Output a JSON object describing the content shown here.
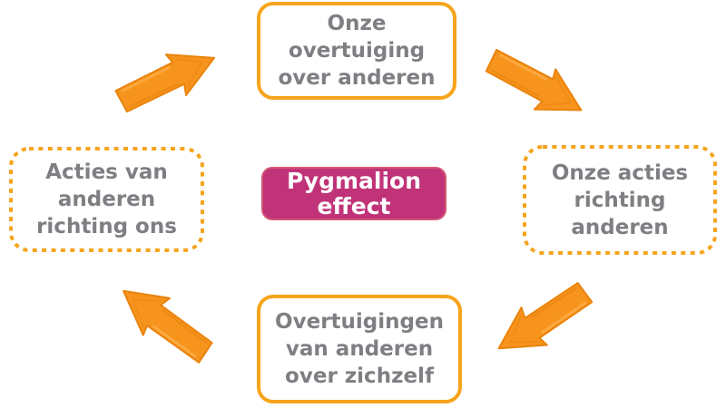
{
  "center_badge": {
    "lines": [
      "Pygmalion",
      "effect"
    ]
  },
  "nodes": {
    "top": {
      "lines": [
        "Onze",
        "overtuiging",
        "over anderen"
      ],
      "border_style": "solid"
    },
    "right": {
      "lines": [
        "Onze acties",
        "richting",
        "anderen"
      ],
      "border_style": "dotted"
    },
    "bottom": {
      "lines": [
        "Overtuigingen",
        "van anderen",
        "over zichzelf"
      ],
      "border_style": "solid"
    },
    "left": {
      "lines": [
        "Acties van",
        "anderen",
        "richting ons"
      ],
      "border_style": "dotted"
    }
  },
  "arrows": [
    {
      "name": "arrow-top-left",
      "direction": "up-right",
      "from": "left",
      "to": "top"
    },
    {
      "name": "arrow-top-right",
      "direction": "down-right",
      "from": "top",
      "to": "right"
    },
    {
      "name": "arrow-bottom-right",
      "direction": "down-left",
      "from": "right",
      "to": "bottom"
    },
    {
      "name": "arrow-bottom-left",
      "direction": "up-left",
      "from": "bottom",
      "to": "left"
    }
  ],
  "colors": {
    "orange_border": "#F6A41B",
    "arrow_fill": "#F7941D",
    "arrow_edge": "#EA830C",
    "badge_fill": "#C03379",
    "badge_border": "#D45672",
    "text_gray": "#7E7F83",
    "background": "#FFFFFF"
  }
}
